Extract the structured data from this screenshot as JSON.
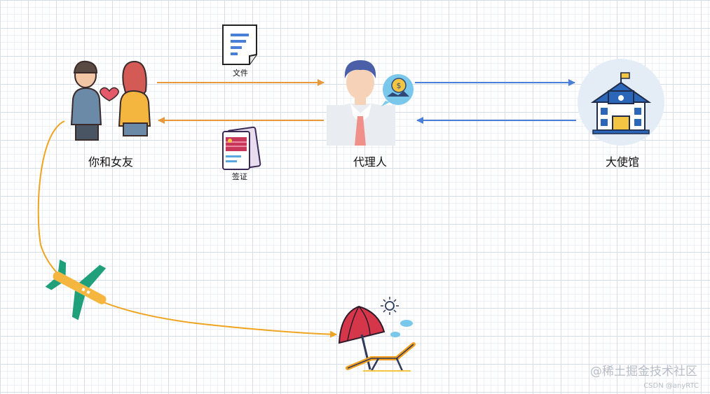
{
  "nodes": {
    "couple": {
      "label": "你和女友"
    },
    "agent": {
      "label": "代理人"
    },
    "embassy": {
      "label": "大使馆"
    }
  },
  "edges": {
    "document": {
      "label": "文件"
    },
    "visa": {
      "label": "签证"
    }
  },
  "colors": {
    "orange_edge": "#e8993a",
    "blue_edge": "#4a7fd8",
    "flight_path": "#f0a31f"
  },
  "watermark": {
    "site": "@稀土掘金技术社区",
    "author": "CSDN @anyRTC"
  }
}
